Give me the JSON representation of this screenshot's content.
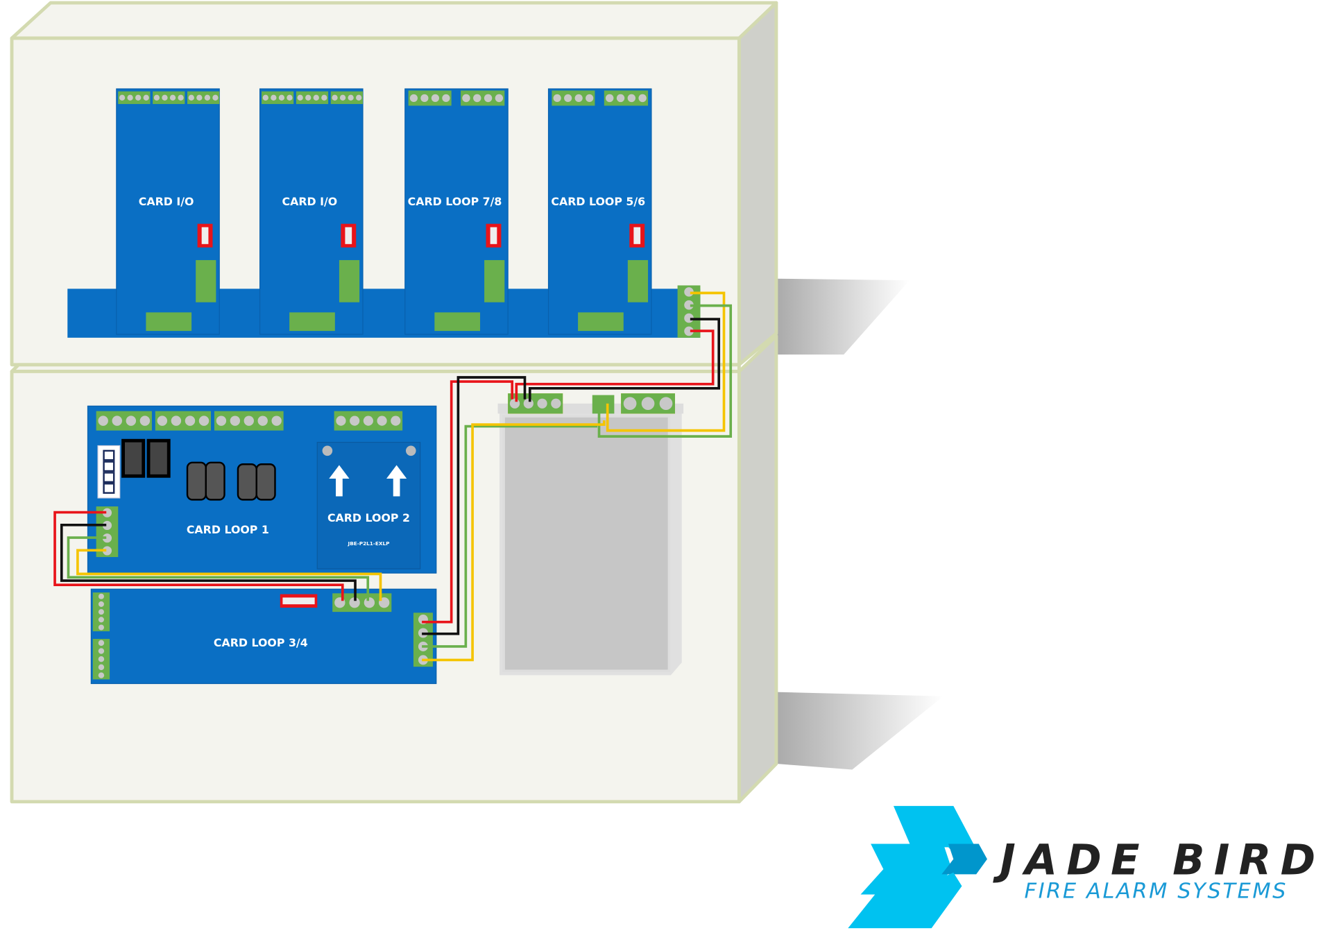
{
  "cards_top": [
    {
      "label": "CARD I/O"
    },
    {
      "label": "CARD I/O"
    },
    {
      "label": "CARD LOOP 7/8"
    },
    {
      "label": "CARD LOOP 5/6"
    }
  ],
  "card_loop_1": {
    "label": "CARD LOOP 1"
  },
  "card_loop_2": {
    "label": "CARD LOOP 2",
    "model": "JBE-P2L1-EXLP"
  },
  "card_loop_34": {
    "label": "CARD LOOP 3/4"
  },
  "logo": {
    "brand": "JADE BIRD",
    "tagline": "FIRE ALARM SYSTEMS"
  },
  "colors": {
    "board": "#0a6fc4",
    "terminal": "#6ab04c",
    "cabinet": "#f4f4ee",
    "cabinet_edge": "#d3dab0",
    "logo_blue": "#00c2f0",
    "tagline": "#1a9ad6",
    "wire_red": "#e8141a",
    "wire_black": "#111111",
    "wire_green": "#6ab04c",
    "wire_yellow": "#f5c400"
  }
}
